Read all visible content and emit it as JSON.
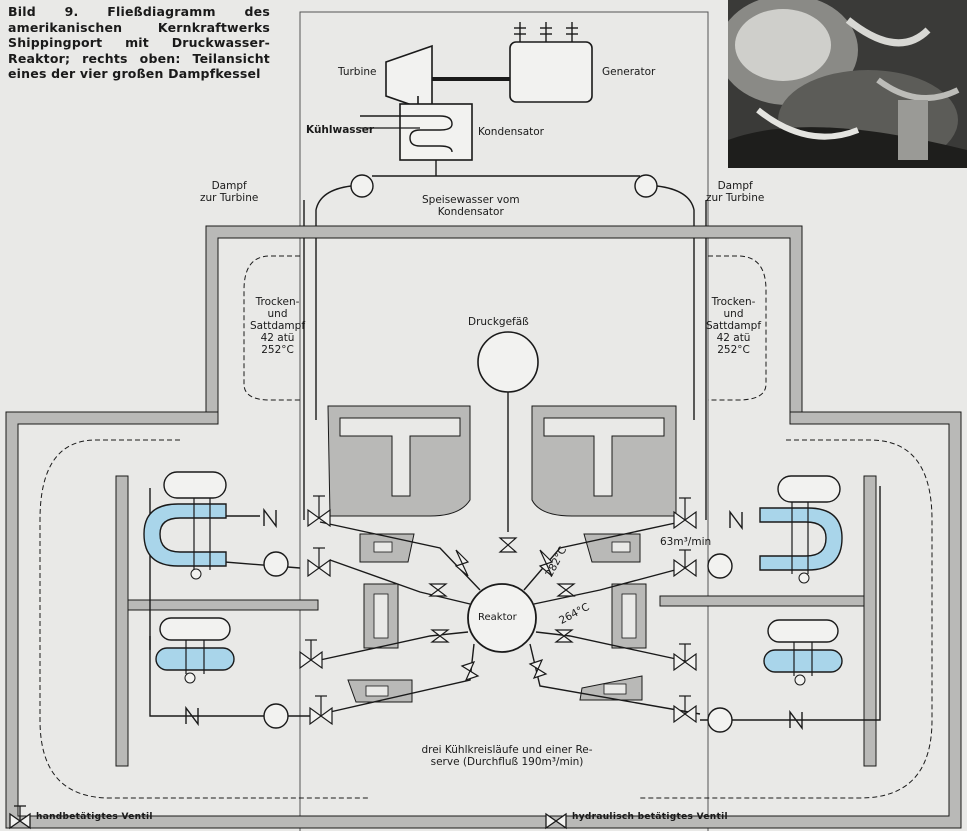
{
  "caption": "Bild 9. Fließdiagramm des amerikanischen Kernkraftwerks Shippingport mit Druckwasser-Reaktor; rechts oben: Teilansicht eines der vier großen Dampfkessel",
  "labels": {
    "turbine": "Turbine",
    "generator": "Generator",
    "kuehlwasser": "Kühlwasser",
    "kondensator": "Kondensator",
    "dampf_left": "Dampf\nzur Turbine",
    "dampf_right": "Dampf\nzur Turbine",
    "speisewasser": "Speisewasser vom\nKondensator",
    "dampf_info_left": "Trocken-\nund\nSattdampf\n42 atü\n252°C",
    "dampf_info_right": "Trocken-\nund\nSattdampf\n42 atü\n252°C",
    "druckgefaess": "Druckgefäß",
    "reaktor": "Reaktor",
    "temp_hot": "282°C",
    "temp_cold": "264°C",
    "flow_loop": "63m³/min",
    "kreislaeufe": "drei Kühlkreisläufe und einer Re-\nserve (Durchfluß 190m³/min)"
  },
  "legend": {
    "manual": "handbetätigtes Ventil",
    "hydraulic": "hydraulisch betätigtes Ventil"
  },
  "colors": {
    "background": "#e9e9e7",
    "wall": "#b9b9b7",
    "steam_generator_fill": "#a9d5ea",
    "line": "#1a1a1a"
  }
}
